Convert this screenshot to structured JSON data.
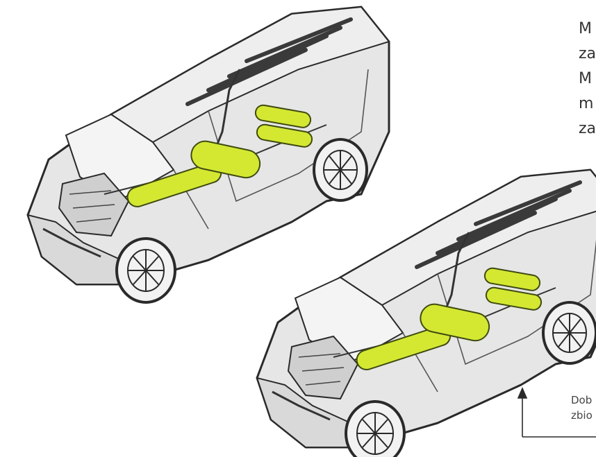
{
  "side_text": [
    "M",
    "za",
    "M",
    "m",
    "za"
  ],
  "caption": [
    "Dob",
    "zbio"
  ],
  "colors": {
    "background": "#ffffff",
    "outline": "#2a2a2a",
    "body_fill": "#e6e6e6",
    "tank_highlight": "#d4e832",
    "text": "#333333"
  }
}
